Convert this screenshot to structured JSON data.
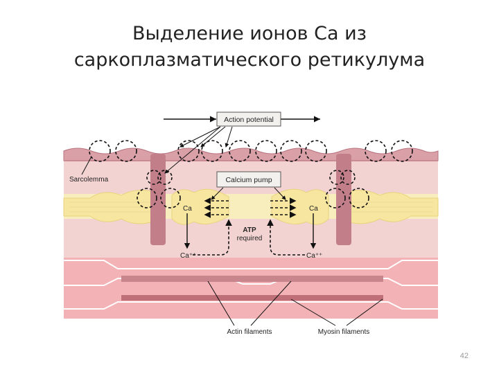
{
  "slide": {
    "title_line1": "Выделение ионов Ca из",
    "title_line2": "саркоплазматического ретикулума",
    "page_number": "42"
  },
  "diagram": {
    "labels": {
      "action_potential": "Action potential",
      "calcium_pump": "Calcium pump",
      "sarcolemma": "Sarcolemma",
      "ca_left": "Ca",
      "ca_right": "Ca",
      "ca_ion_left": "Ca⁺⁺",
      "ca_ion_right": "Ca⁺⁺",
      "atp_line1": "ATP",
      "atp_line2": "required",
      "actin": "Actin filaments",
      "myosin": "Myosin filaments"
    },
    "colors": {
      "membrane": "#c98a94",
      "cytoplasm": "#f2d3d2",
      "reticulum": "#f6e8a8",
      "t_tubule": "#c27f8a",
      "filament_bar": "#c9858c",
      "myofibril": "#ef9ea3",
      "box_fill": "#f3f1ee",
      "box_stroke": "#555555"
    }
  }
}
